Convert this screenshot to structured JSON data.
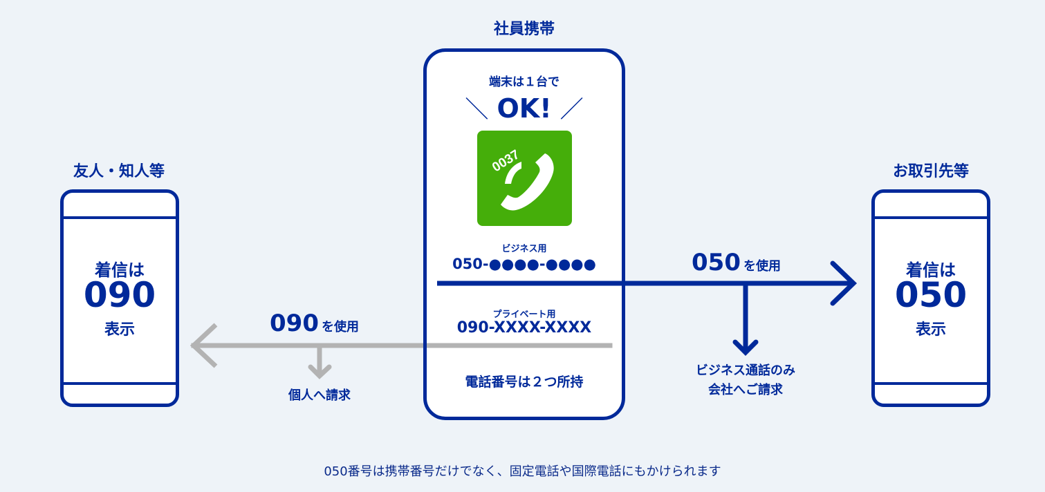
{
  "colors": {
    "background": "#EEF3F8",
    "primary": "#00299A",
    "grey_arrow": "#B3B3B3",
    "icon_green": "#45AE0A",
    "white": "#FFFFFF"
  },
  "center_phone": {
    "title": "社員携帯",
    "tagline": "端末は１台で",
    "ok_text": "OK!",
    "ok_left_mark": "＼",
    "ok_right_mark": "／",
    "app_icon": {
      "name": "phone-app-icon",
      "label": "0037"
    },
    "business": {
      "label": "ビジネス用",
      "number": "050-●●●●-●●●●"
    },
    "private": {
      "label": "プライベート用",
      "number": "090-XXXX-XXXX"
    },
    "footer": "電話番号は２つ所持"
  },
  "left_phone": {
    "title": "友人・知人等",
    "line1": "着信は",
    "number": "090",
    "line3": "表示"
  },
  "right_phone": {
    "title": "お取引先等",
    "line1": "着信は",
    "number": "050",
    "line3": "表示"
  },
  "left_flow": {
    "number": "090",
    "suffix": "を使用",
    "billing": "個人へ請求"
  },
  "right_flow": {
    "number": "050",
    "suffix": "を使用",
    "billing_line1": "ビジネス通話のみ",
    "billing_line2": "会社へご請求"
  },
  "footnote": "050番号は携帯番号だけでなく、固定電話や国際電話にもかけられます"
}
